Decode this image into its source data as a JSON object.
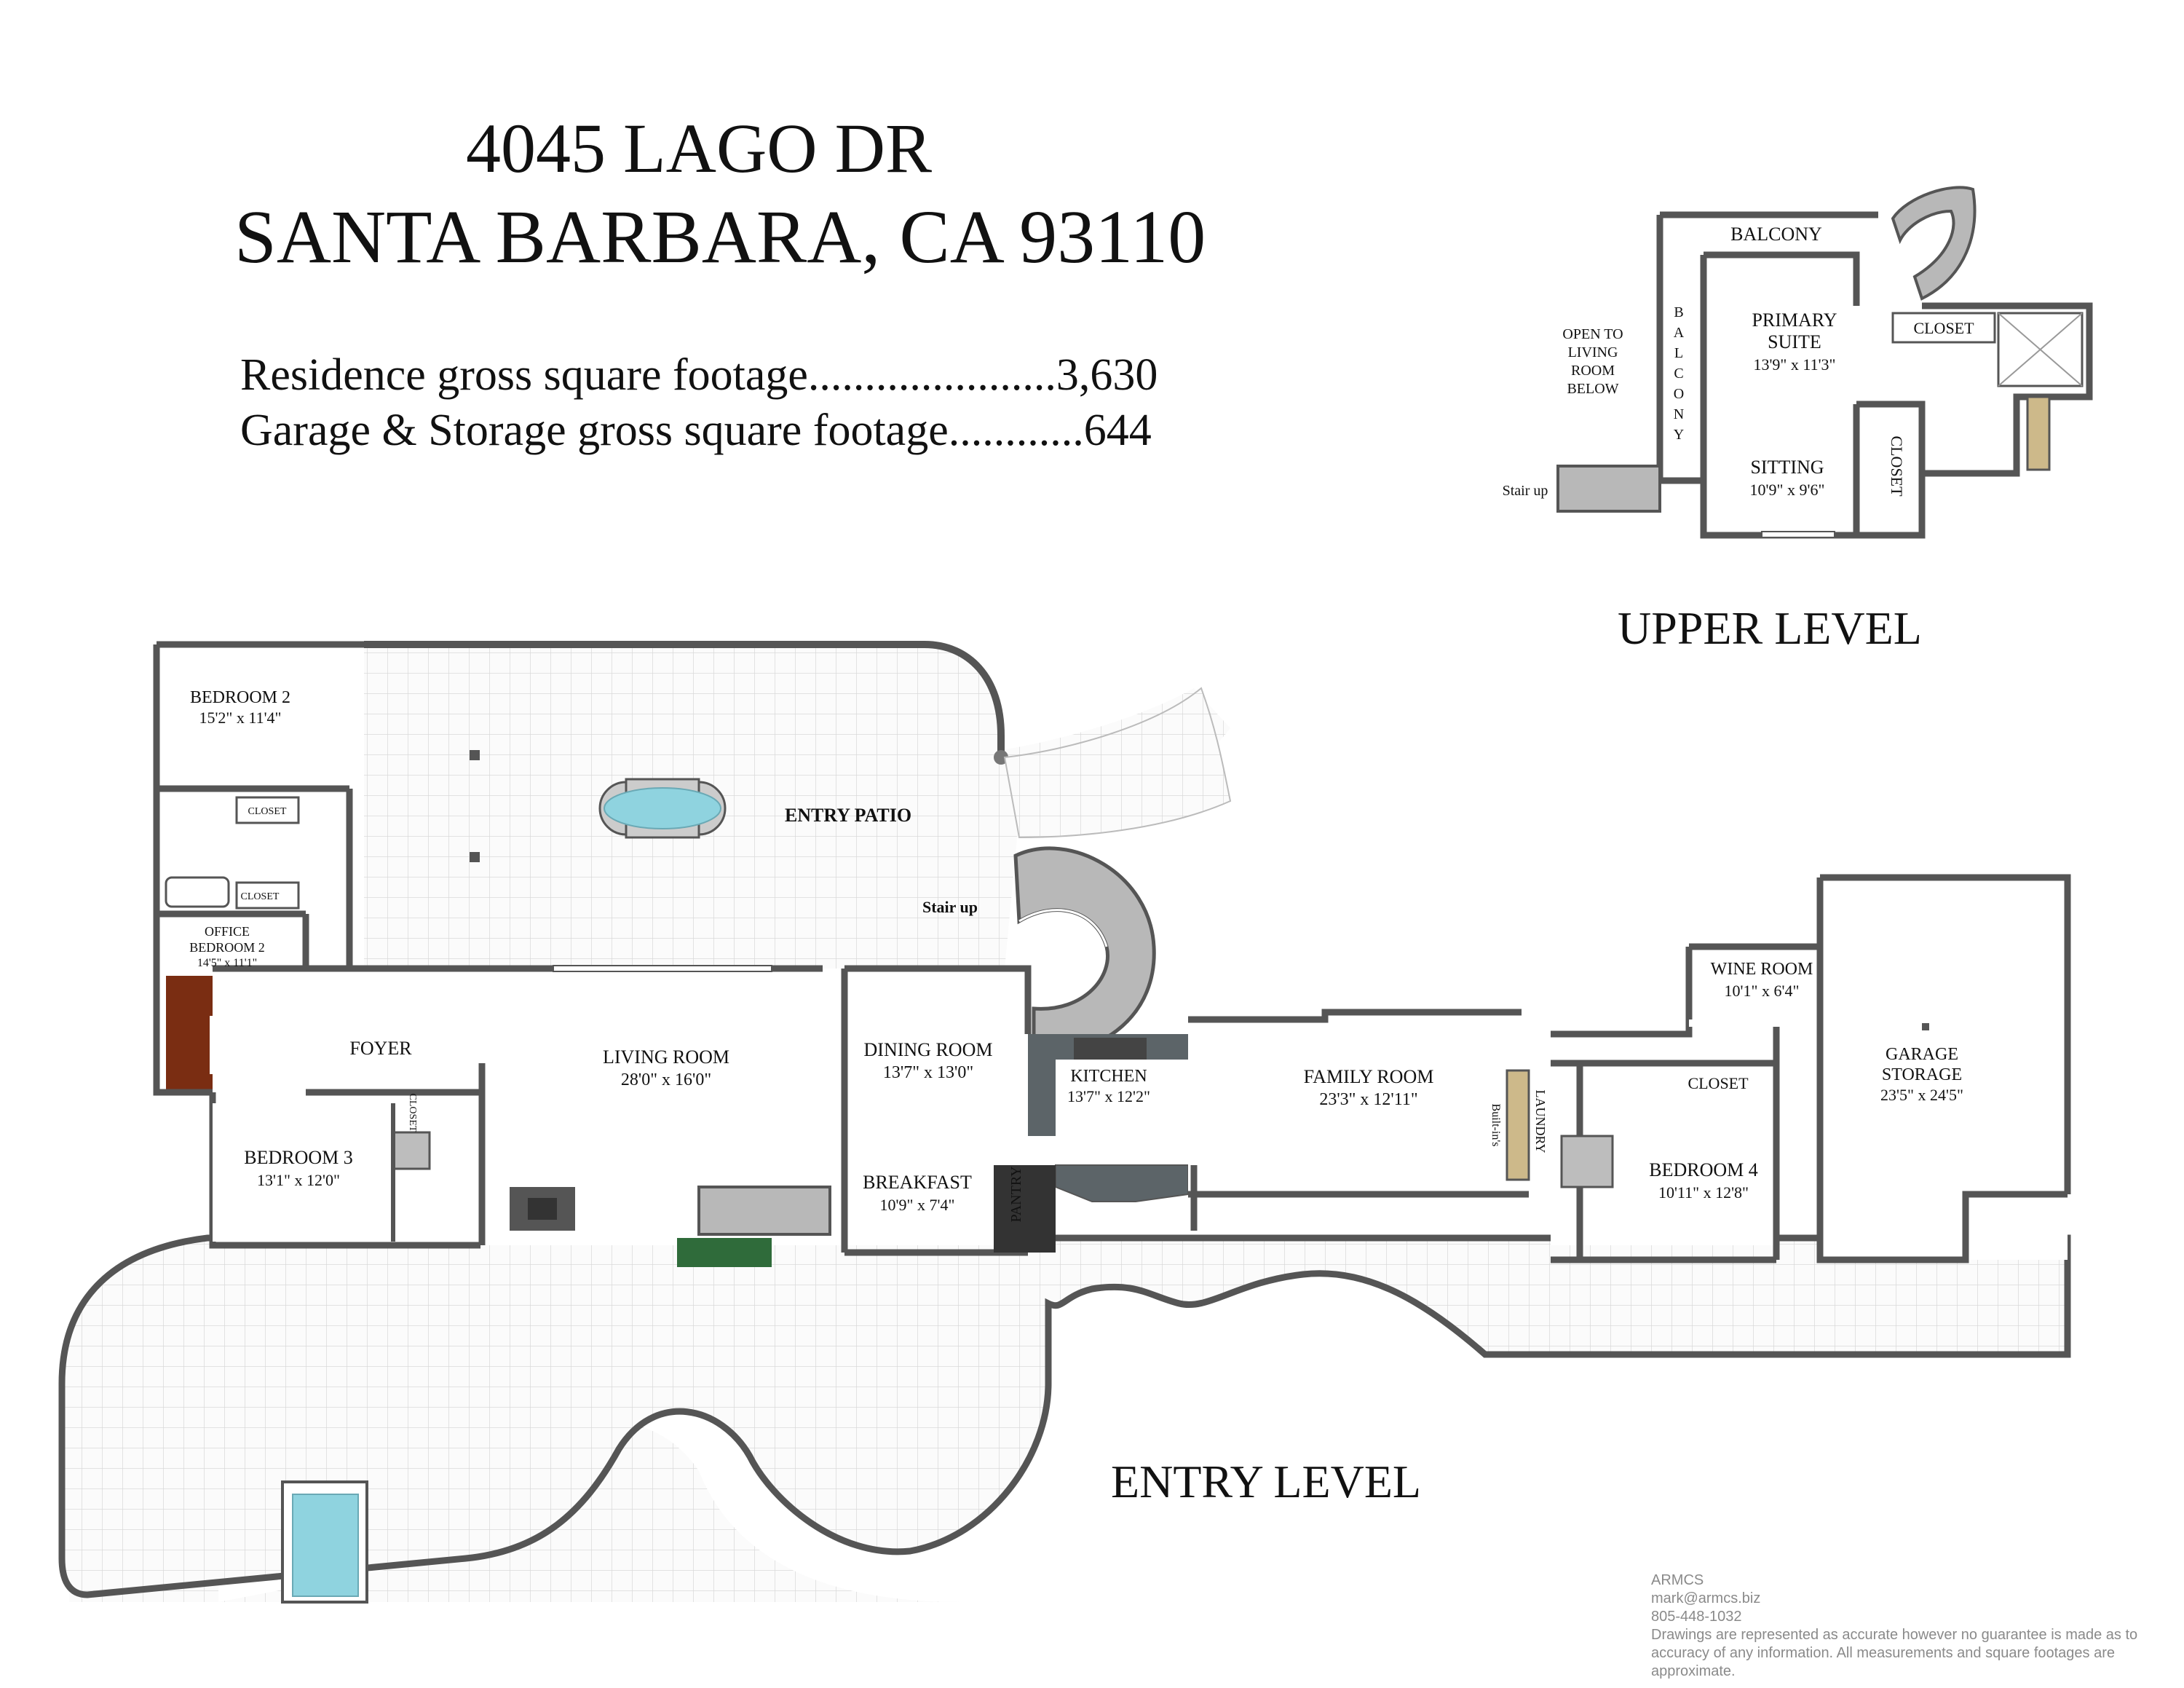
{
  "header": {
    "address_line1": "4045 LAGO DR",
    "address_line2": "SANTA BARBARA, CA 93110"
  },
  "stats": {
    "residence": "Residence gross square footage......................3,630",
    "garage": "Garage & Storage gross square footage............644"
  },
  "levels": {
    "upper": "UPPER  LEVEL",
    "entry": "ENTRY LEVEL"
  },
  "upper_level": {
    "balcony_top": "BALCONY",
    "balcony_side": [
      "B",
      "A",
      "L",
      "C",
      "O",
      "N",
      "Y"
    ],
    "open_to": [
      "OPEN TO",
      "LIVING",
      "ROOM",
      "BELOW"
    ],
    "primary_suite": [
      "PRIMARY",
      "SUITE"
    ],
    "primary_suite_dim": "13'9\" x 11'3\"",
    "closet_a": "CLOSET",
    "closet_b": "CLOSET",
    "sitting": "SITTING",
    "sitting_dim": "10'9\" x 9'6\"",
    "stair_up": "Stair up"
  },
  "entry_level": {
    "bedroom2": "BEDROOM 2",
    "bedroom2_dim": "15'2\" x 11'4\"",
    "closet1": "CLOSET",
    "closet2": "CLOSET",
    "office": "OFFICE",
    "office_sub": "BEDROOM 2",
    "office_dim": "14'5\" x 11'1\"",
    "entry_patio": "ENTRY PATIO",
    "stair_up": "Stair up",
    "foyer": "FOYER",
    "living_room": "LIVING ROOM",
    "living_room_dim": "28'0\" x 16'0\"",
    "dining_room": "DINING ROOM",
    "dining_room_dim": "13'7\" x 13'0\"",
    "kitchen": "KITCHEN",
    "kitchen_dim": "13'7\" x 12'2\"",
    "breakfast": "BREAKFAST",
    "breakfast_dim": "10'9\" x 7'4\"",
    "pantry": "PANTRY",
    "family_room": "FAMILY ROOM",
    "family_room_dim": "23'3\" x 12'11\"",
    "builtins": "Built-in's",
    "laundry": "LAUNDRY",
    "bedroom3": "BEDROOM 3",
    "bedroom3_dim": "13'1\" x 12'0\"",
    "closet_b3": "CLOSET",
    "bedroom4": "BEDROOM 4",
    "bedroom4_dim": "10'11\" x 12'8\"",
    "closet_b4": "CLOSET",
    "wine_room": "WINE ROOM",
    "wine_room_dim": "10'1\" x 6'4\"",
    "garage": "GARAGE",
    "garage_sub": "STORAGE",
    "garage_dim": "23'5\" x 24'5\""
  },
  "credit": {
    "company": "ARMCS",
    "email": "mark@armcs.biz",
    "phone": "805-448-1032",
    "disclaimer": "Drawings are represented as accurate however no guarantee is made as to accuracy of any information. All measurements and square footages are approximate."
  },
  "colors": {
    "wall": "#555555",
    "floor_grid": "#d9d9d9",
    "water": "#8fd3df",
    "wood": "#7a2d12",
    "counter": "#5c6468"
  }
}
